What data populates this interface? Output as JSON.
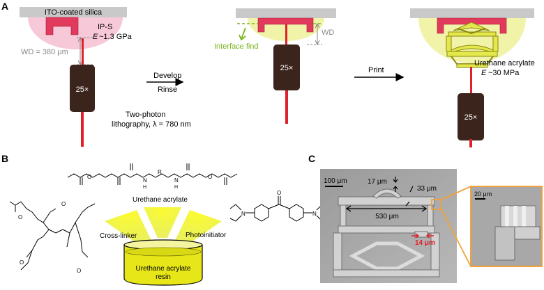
{
  "panelA": {
    "label": "A",
    "substrate": "ITO-coated silica",
    "resin1_name": "IP-S",
    "resin1_modulus": "~1.3 GPa",
    "modulus_symbol": "E",
    "wd": "WD = 380 μm",
    "objective": "25×",
    "method_line1": "Two-photon",
    "method_line2": "lithography, λ = 780 nm",
    "step1_top": "Develop",
    "step1_bottom": "Rinse",
    "wd_short": "WD",
    "interface": "Interface find",
    "step2": "Print",
    "resin2_name": "Urethane acrylate",
    "resin2_modulus": "~30 MPa",
    "colors": {
      "ips_magenta": "#e23a5c",
      "pink_drop": "#f7c9d8",
      "yellow_drop": "#f0f3a8",
      "laser_red": "#e0202a",
      "objective_brown": "#3b241c",
      "green": "#7ab51d",
      "yellow_struct": "#e3e84c"
    }
  },
  "panelB": {
    "label": "B",
    "urethane": "Urethane acrylate",
    "crosslinker": "Cross-linker",
    "photoinitiator": "Photoinitiator",
    "resin_line1": "Urethane acrylate",
    "resin_line2": "resin",
    "atom_N": "N",
    "atom_R": "R",
    "atom_H": "H",
    "atom_O": "O"
  },
  "panelC": {
    "label": "C",
    "scale1": "100 μm",
    "dim_17": "17 μm",
    "dim_33": "33 μm",
    "dim_530": "530 μm",
    "dim_14": "14 μm",
    "scale2": "20 μm"
  }
}
